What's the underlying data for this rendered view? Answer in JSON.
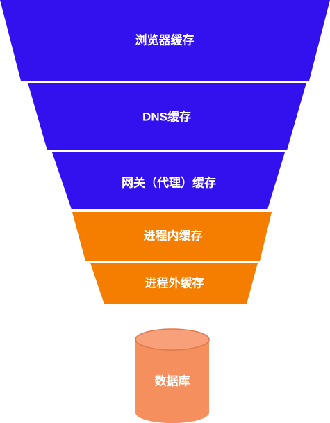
{
  "funnel": {
    "layers": [
      {
        "label": "浏览器缓存",
        "color": "#3311ee"
      },
      {
        "label": "DNS缓存",
        "color": "#3311ee"
      },
      {
        "label": "网关（代理）缓存",
        "color": "#3311ee"
      },
      {
        "label": "进程内缓存",
        "color": "#f57d00"
      },
      {
        "label": "进程外缓存",
        "color": "#f57d00"
      }
    ]
  },
  "database": {
    "label": "数据库",
    "color": "#f5905e"
  }
}
